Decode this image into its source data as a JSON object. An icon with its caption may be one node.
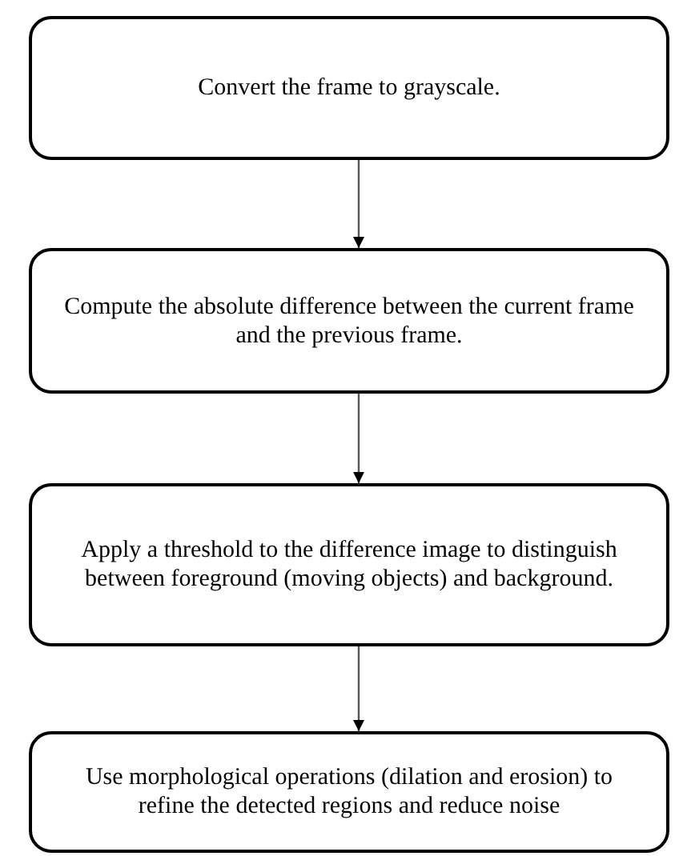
{
  "diagram": {
    "nodes": [
      {
        "text": [
          "Convert the frame to grayscale."
        ]
      },
      {
        "text": [
          "Compute the absolute difference between the current frame and the previous frame."
        ]
      },
      {
        "text": [
          "Apply a threshold to the difference image to distinguish between foreground (moving objects) and background."
        ]
      },
      {
        "text": [
          "Use morphological operations (dilation and erosion) to refine the detected regions and reduce noise"
        ]
      }
    ],
    "edges": [
      {
        "from": 0,
        "to": 1,
        "arrow": "to"
      },
      {
        "from": 1,
        "to": 2,
        "arrow": "to"
      },
      {
        "from": 2,
        "to": 3,
        "arrow": "to"
      }
    ]
  }
}
